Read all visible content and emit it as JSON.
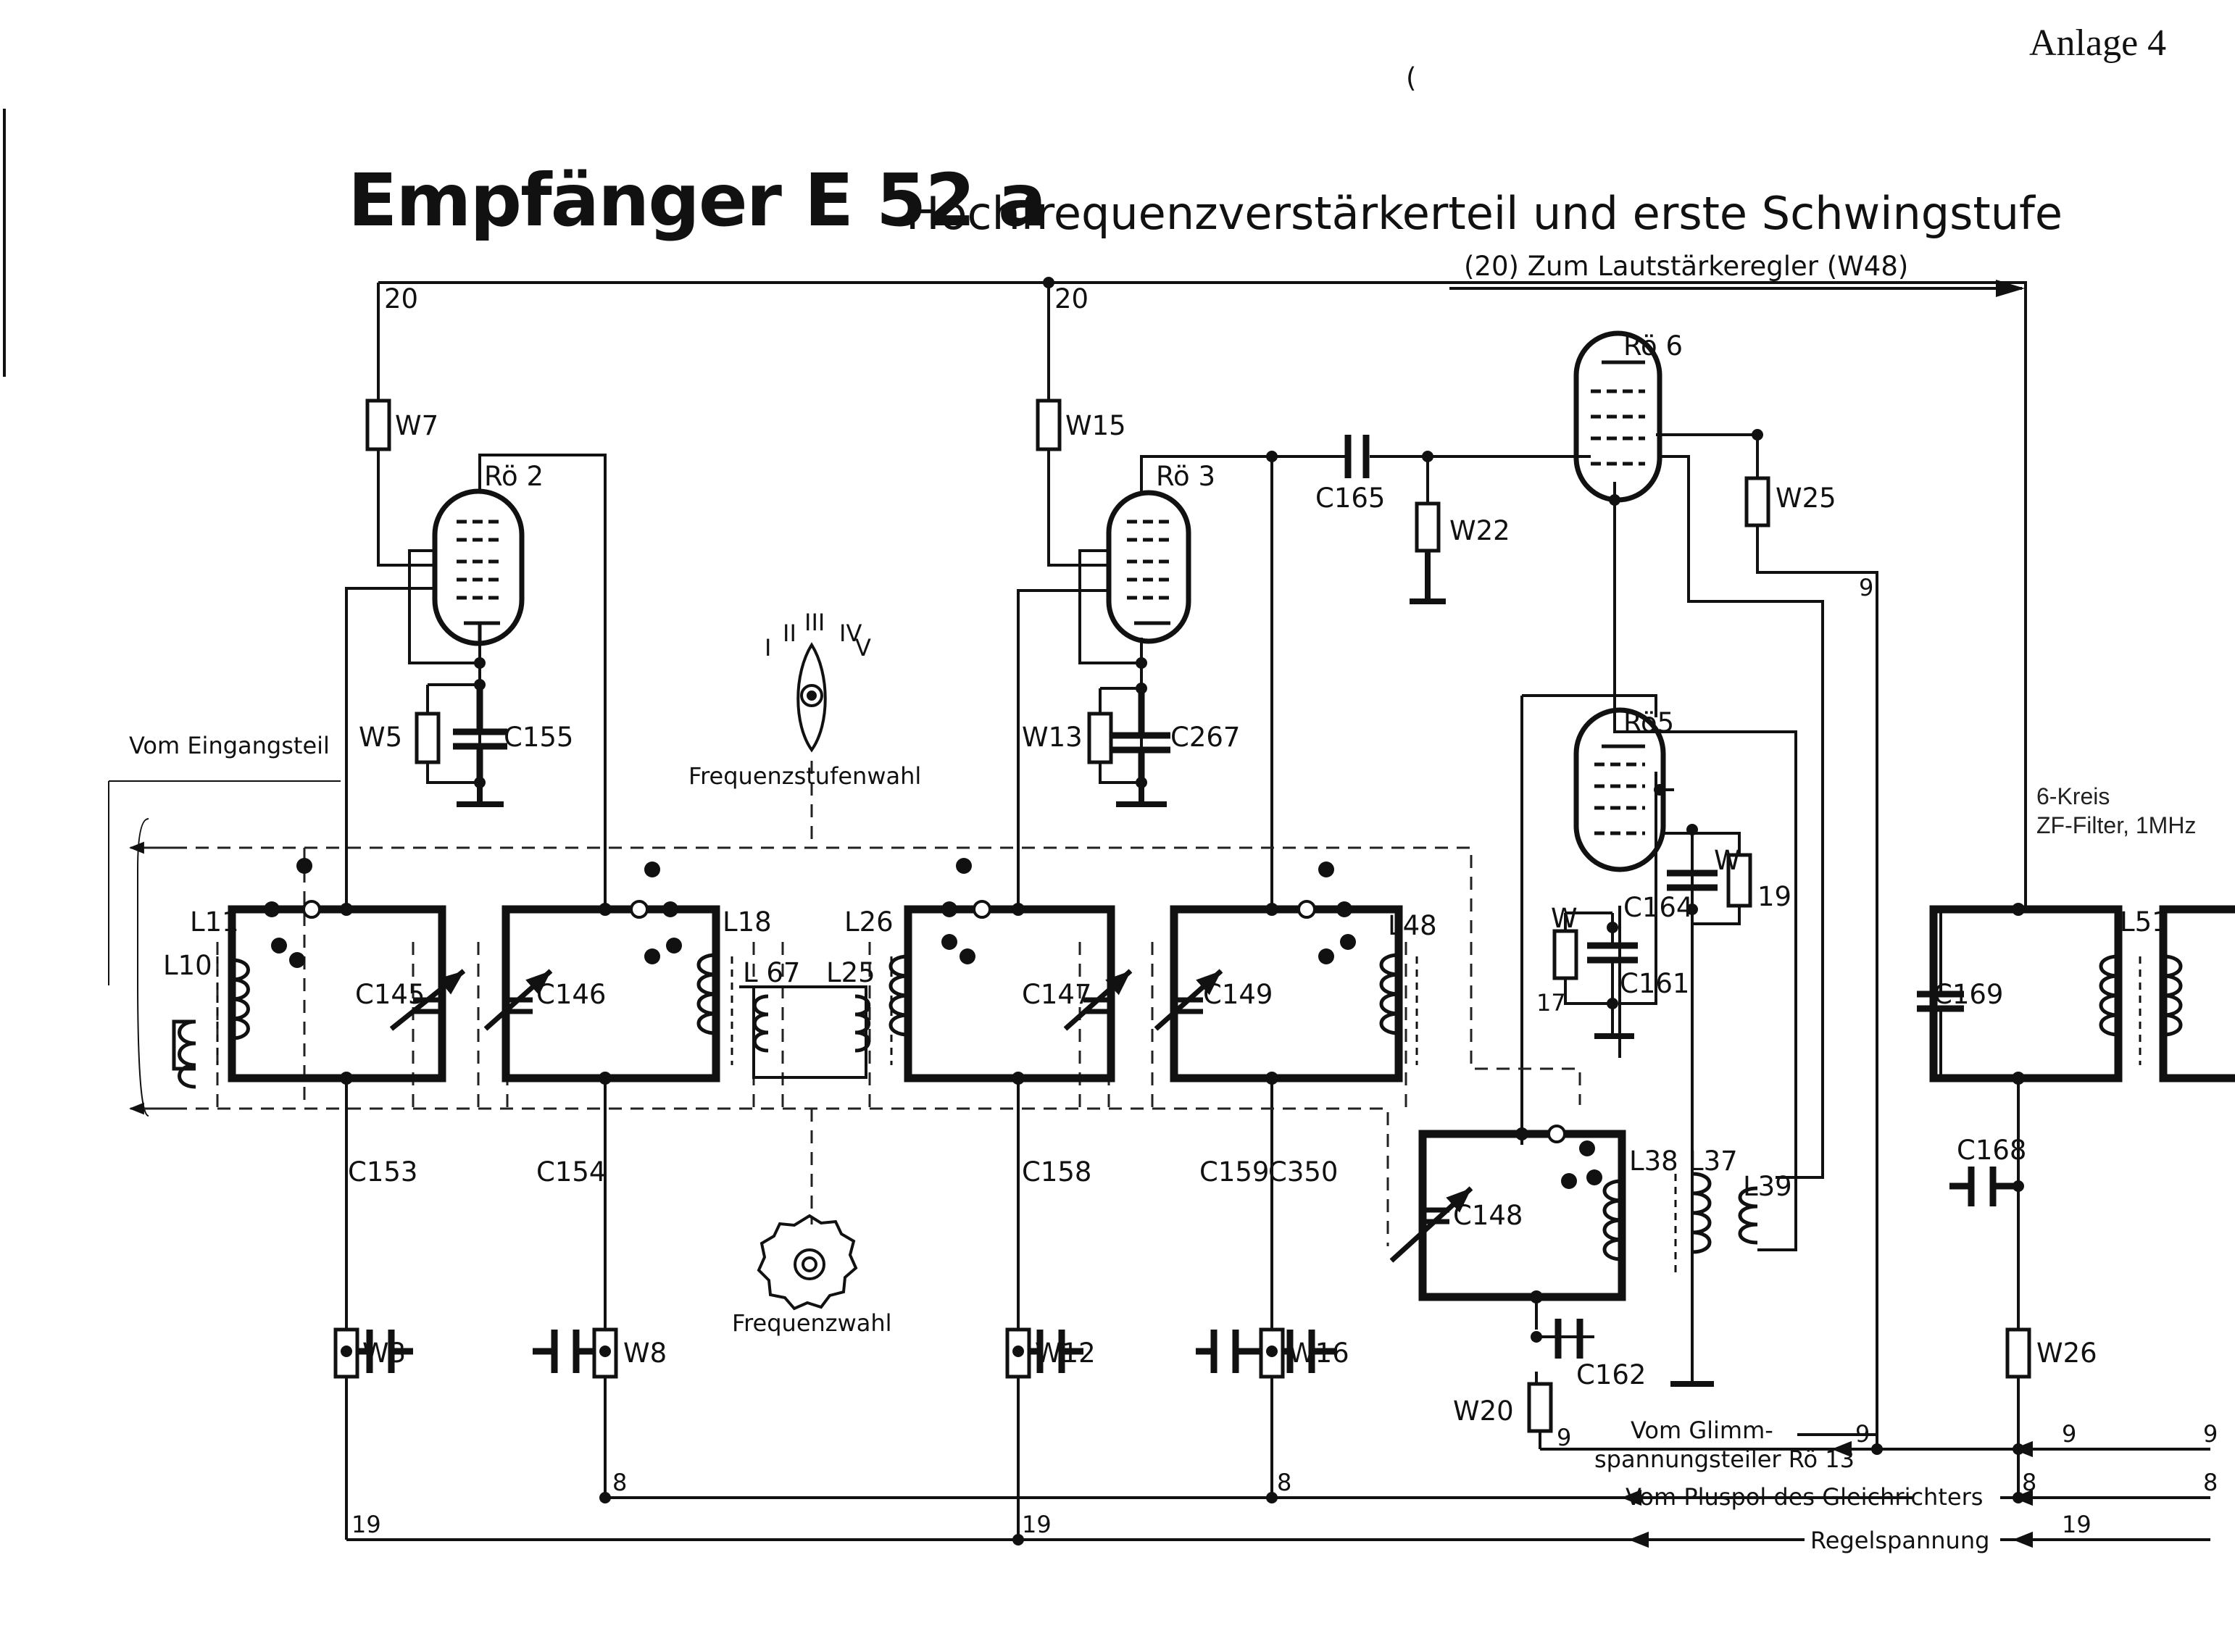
{
  "annex_label": "Anlage 4",
  "title": {
    "main": "Empfänger E 52 a",
    "sub": "Hochfrequenzverstärkerteil und erste Schwingstufe"
  },
  "notes": {
    "to_volume": "(20) Zum Lautstärkeregler (W48)",
    "from_input": "Vom Eingangsteil",
    "band_switch": "Frequenzstufenwahl",
    "band_numerals": [
      "I",
      "II",
      "III",
      "IV",
      "V"
    ],
    "tuning": "Frequenzwahl",
    "if_filter_1": "6-Kreis",
    "if_filter_2": "ZF-Filter, 1MHz",
    "glow_1": "Vom Glimm-",
    "glow_2": "spannungsteiler Rö 13",
    "plus_pole": "Vom Pluspol des Gleichrichters",
    "agc": "Regelspannung"
  },
  "nets": {
    "n20": "20",
    "n19": "19",
    "n8": "8",
    "n9": "9",
    "n17": "17"
  },
  "tubes": {
    "ro2": "Rö 2",
    "ro3": "Rö 3",
    "ro5": "Rö5",
    "ro6": "Rö 6"
  },
  "resistors": {
    "w3": "W3",
    "w5": "W5",
    "w7": "W7",
    "w8": "W8",
    "w12": "W12",
    "w13": "W13",
    "w15": "W15",
    "w16": "W16",
    "w17": "W",
    "w19a": "W",
    "w19b": "19",
    "w20": "W20",
    "w22": "W22",
    "w25": "W25",
    "w26": "W26"
  },
  "capacitors": {
    "c145": "C145",
    "c146": "C146",
    "c147": "C147",
    "c148": "C148",
    "c149": "C149",
    "c153": "C153",
    "c154": "C154",
    "c155": "C155",
    "c158": "C158",
    "c159": "C159",
    "c161": "C161",
    "c162": "C162",
    "c164": "C164",
    "c165": "C165",
    "c168": "C168",
    "c169": "C169",
    "c267": "C267",
    "c350": "C350"
  },
  "inductors": {
    "l10": "L10",
    "l11": "L11",
    "l18": "L18",
    "l25": "L25",
    "l26": "L26",
    "l37": "L37",
    "l38": "L38",
    "l39": "L39",
    "l48": "L48",
    "l51": "L51",
    "l67": "L 67"
  },
  "stray_mark": "("
}
